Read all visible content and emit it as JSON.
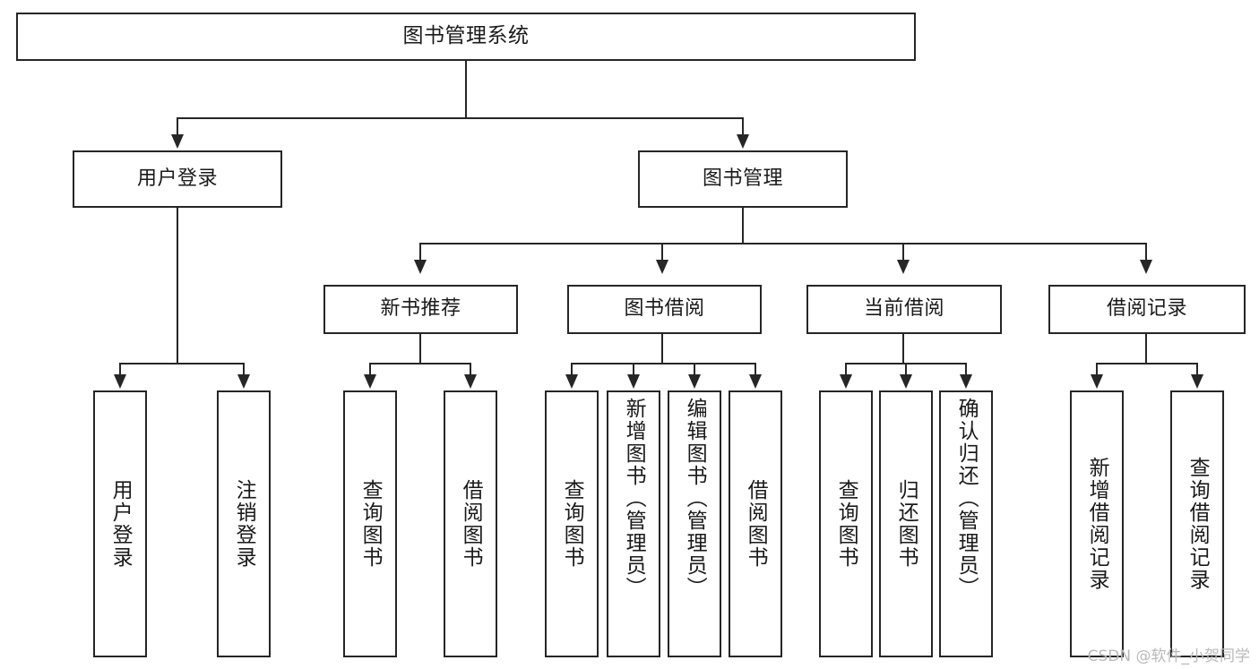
{
  "diagram": {
    "type": "tree",
    "title": "图书管理系统",
    "watermark": "CSDN @软件_小贺同学",
    "colors": {
      "stroke": "#262626",
      "fill": "#ffffff",
      "text": "#1a1a1a",
      "watermark": "#b9b9b9"
    },
    "nodes": {
      "root": {
        "label": "图书管理系统"
      },
      "level2": [
        {
          "id": "user-login",
          "label": "用户登录"
        },
        {
          "id": "book-manage",
          "label": "图书管理"
        }
      ],
      "level3": [
        {
          "id": "new-book-recommend",
          "label": "新书推荐"
        },
        {
          "id": "book-borrow",
          "label": "图书借阅"
        },
        {
          "id": "current-borrow",
          "label": "当前借阅"
        },
        {
          "id": "borrow-record",
          "label": "借阅记录"
        }
      ],
      "leaves": [
        {
          "id": "leaf-user-login",
          "label": "用户登录",
          "parent": "user-login"
        },
        {
          "id": "leaf-user-logout",
          "label": "注销登录",
          "parent": "user-login"
        },
        {
          "id": "leaf-query-book-1",
          "label": "查询图书",
          "parent": "new-book-recommend"
        },
        {
          "id": "leaf-borrow-book-1",
          "label": "借阅图书",
          "parent": "new-book-recommend"
        },
        {
          "id": "leaf-query-book-2",
          "label": "查询图书",
          "parent": "book-borrow"
        },
        {
          "id": "leaf-add-book",
          "label": "新增图书（管理员）",
          "parent": "book-borrow"
        },
        {
          "id": "leaf-edit-book",
          "label": "编辑图书（管理员）",
          "parent": "book-borrow"
        },
        {
          "id": "leaf-borrow-book-2",
          "label": "借阅图书",
          "parent": "book-borrow"
        },
        {
          "id": "leaf-query-book-3",
          "label": "查询图书",
          "parent": "current-borrow"
        },
        {
          "id": "leaf-return-book",
          "label": "归还图书",
          "parent": "current-borrow"
        },
        {
          "id": "leaf-confirm-return",
          "label": "确认归还（管理员）",
          "parent": "current-borrow"
        },
        {
          "id": "leaf-add-record",
          "label": "新增借阅记录",
          "parent": "borrow-record"
        },
        {
          "id": "leaf-query-record",
          "label": "查询借阅记录",
          "parent": "borrow-record"
        }
      ]
    }
  }
}
